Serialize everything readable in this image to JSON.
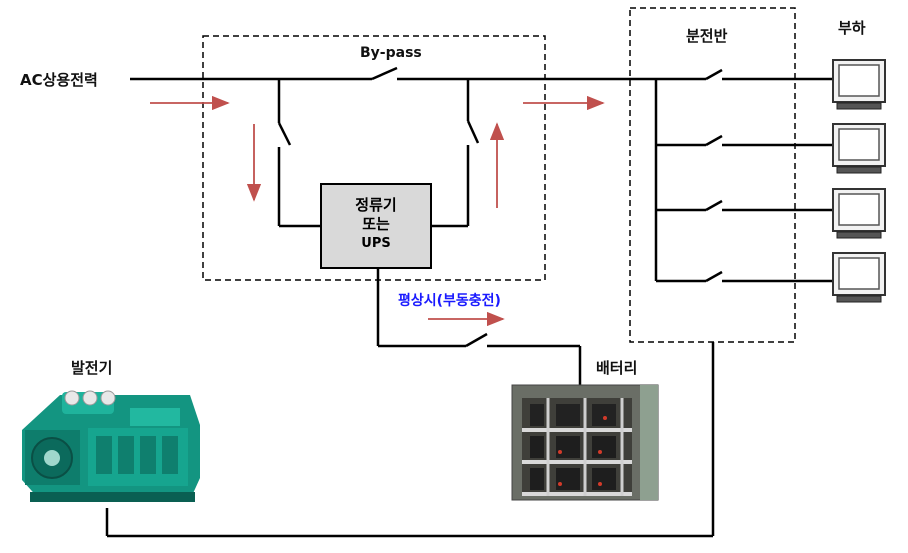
{
  "labels": {
    "ac_source": "AC상용전력",
    "bypass": "By-pass",
    "distribution_panel": "분전반",
    "load": "부하",
    "rectifier_line1": "정류기",
    "rectifier_line2": "또는",
    "rectifier_line3": "UPS",
    "normal_float_charge": "평상시(부동충전)",
    "generator": "발전기",
    "battery": "배터리"
  },
  "colors": {
    "line": "#000000",
    "arrow": "#c0504d",
    "ups_fill": "#d9d9d9",
    "normal_text": "#1a1aff",
    "generator_body": "#1aa38f"
  },
  "icons": [
    "monitor-icon",
    "generator-image",
    "battery-rack-image"
  ]
}
